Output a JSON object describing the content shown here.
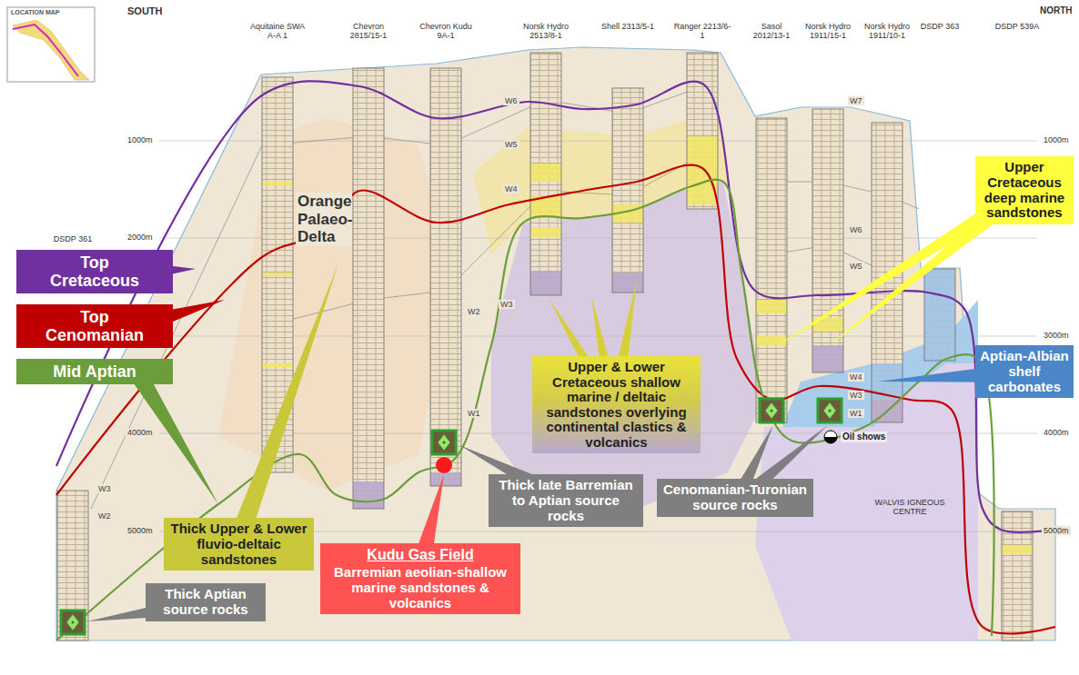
{
  "diagram": {
    "nodes": [
      {
        "text": [
          "Top Cretaceous"
        ]
      },
      {
        "text": [
          "Top Cenomanian"
        ]
      },
      {
        "text": [
          "Mid Aptian"
        ]
      },
      {
        "text": [
          "Thick Upper & Lower fluvio-deltaic sandstones"
        ]
      },
      {
        "text": [
          "Thick Aptian source rocks"
        ]
      },
      {
        "text": [
          "Kudu Gas Field",
          "Barremian aeolian-shallow marine sandstones & volcanics"
        ]
      },
      {
        "text": [
          "Thick late Barremian to Aptian source rocks"
        ]
      },
      {
        "text": [
          "Upper & Lower Cretaceous shallow marine / deltaic sandstones overlying continental clastics & volcanics"
        ]
      },
      {
        "text": [
          "Cenomanian-Turonian source rocks"
        ]
      },
      {
        "text": [
          "Upper Cretaceous deep marine sandstones"
        ]
      },
      {
        "text": [
          "Aptian-Albian shelf carbonates"
        ]
      }
    ],
    "labels": [
      "LOCATION MAP",
      "SOUTH",
      "Aquitaine SWA A-A 1",
      "Chevron 2815/15-1",
      "Chevron Kudu 9A-1",
      "Norsk Hydro 2513/8-1",
      "Shell 2313/5-1",
      "Ranger 2213/6-1",
      "Sasol 2012/13-1",
      "Norsk Hydro 1911/15-1",
      "Norsk Hydro 1911/10-1",
      "DSDP 363",
      "DSDP 539A",
      "NORTH",
      "DSDP 361",
      "1000m",
      "2000m",
      "4000m",
      "5000m",
      "1000m",
      "3000m",
      "4000m",
      "5000m",
      "Orange Palaeo-Delta",
      "Oil shows",
      "WALVIS IGNEOUS CENTRE",
      "W6",
      "W5",
      "W4",
      "W3",
      "W2",
      "W1",
      "W7",
      "W6",
      "W5",
      "W4",
      "W3",
      "W1",
      "W3",
      "W2"
    ]
  }
}
